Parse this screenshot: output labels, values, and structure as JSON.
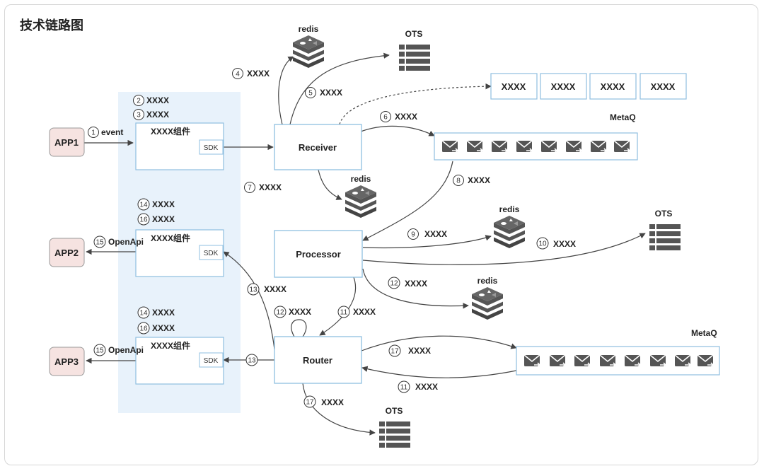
{
  "title": "技术链路图",
  "apps": [
    "APP1",
    "APP2",
    "APP3"
  ],
  "components": [
    {
      "label": "XXXX组件",
      "sdk": "SDK"
    },
    {
      "label": "XXXX组件",
      "sdk": "SDK"
    },
    {
      "label": "XXXX组件",
      "sdk": "SDK"
    }
  ],
  "services": {
    "receiver": "Receiver",
    "processor": "Processor",
    "router": "Router"
  },
  "store_labels": {
    "redis": "redis",
    "ots": "OTS",
    "metaq": "MetaQ"
  },
  "xxxx_boxes": [
    "XXXX",
    "XXXX",
    "XXXX",
    "XXXX"
  ],
  "steps": [
    {
      "n": "1",
      "text": "event"
    },
    {
      "n": "2",
      "text": "XXXX"
    },
    {
      "n": "3",
      "text": "XXXX"
    },
    {
      "n": "4",
      "text": "XXXX"
    },
    {
      "n": "5",
      "text": "XXXX"
    },
    {
      "n": "6",
      "text": "XXXX"
    },
    {
      "n": "7",
      "text": "XXXX"
    },
    {
      "n": "8",
      "text": "XXXX"
    },
    {
      "n": "9",
      "text": "XXXX"
    },
    {
      "n": "10",
      "text": "XXXX"
    },
    {
      "n": "12",
      "text": "XXXX"
    },
    {
      "n": "14",
      "text": "XXXX"
    },
    {
      "n": "16",
      "text": "XXXX"
    },
    {
      "n": "15",
      "text": "OpenApi"
    },
    {
      "n": "13",
      "text": "XXXX"
    },
    {
      "n": "12",
      "text": "XXXX"
    },
    {
      "n": "11",
      "text": "XXXX"
    },
    {
      "n": "14",
      "text": "XXXX"
    },
    {
      "n": "16",
      "text": "XXXX"
    },
    {
      "n": "15",
      "text": "OpenApi"
    },
    {
      "n": "13",
      "text": ""
    },
    {
      "n": "17",
      "text": "XXXX"
    },
    {
      "n": "11",
      "text": "XXXX"
    },
    {
      "n": "17",
      "text": "XXXX"
    }
  ]
}
